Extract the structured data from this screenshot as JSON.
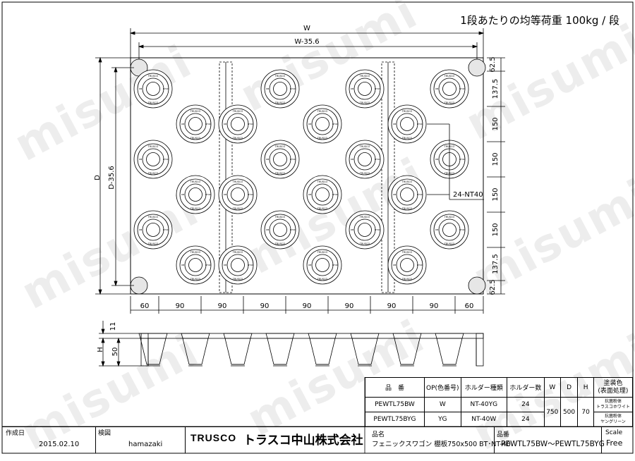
{
  "header": {
    "load_note": "1段あたりの均等荷重 100kg / 段"
  },
  "dimensions": {
    "W": "W",
    "W_inner": "W-35.6",
    "D": "D",
    "D_inner": "D-35.6",
    "right": [
      "62.5",
      "137.5",
      "150",
      "150",
      "150",
      "150",
      "137.5",
      "62.5"
    ],
    "bottom": [
      "60",
      "90",
      "90",
      "90",
      "90",
      "90",
      "90",
      "90",
      "60"
    ],
    "side_11": "11",
    "side_H": "H",
    "side_50": "50"
  },
  "callout": "24-NT40",
  "holder_text": {
    "top": "TRUSCO",
    "left": "OB",
    "right": "NT40"
  },
  "watermark": "misumi",
  "spec_table": {
    "headers": [
      "品　番",
      "OP(色番号)",
      "ホルダー種類",
      "ホルダー数",
      "W",
      "D",
      "H",
      "塗装色\n(表面処理)"
    ],
    "rows": [
      {
        "part": "PEWTL75BW",
        "op": "W",
        "holder": "NT-40YG",
        "count": "24",
        "color": "抗菌粉体\nトラスコホワイト"
      },
      {
        "part": "PEWTL75BYG",
        "op": "YG",
        "holder": "NT-40W",
        "count": "24",
        "color": "抗菌粉体\nヤングリーン"
      }
    ],
    "W": "750",
    "D": "500",
    "H": "70"
  },
  "title_block": {
    "created_label": "作成日",
    "created_value": "2015.02.10",
    "checked_label": "検図",
    "checked_value": "hamazaki",
    "logo": "TRUSCO",
    "company": "トラスコ中山株式会社",
    "name_label": "品名",
    "name_value": "フェニックスワゴン 棚板750x500 BT･NT-40",
    "part_label": "品番",
    "part_value": "PEWTL75BW〜PEWTL75BYG",
    "scale_label": "Scale",
    "scale_value": "Free"
  }
}
